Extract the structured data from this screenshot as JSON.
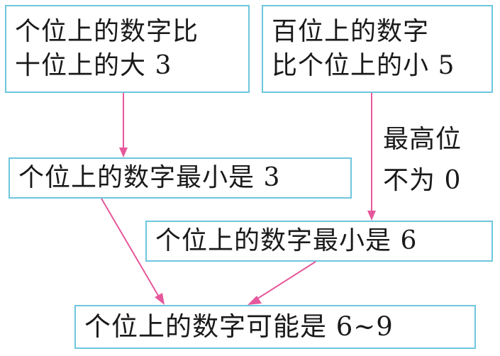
{
  "boxes": {
    "units_vs_tens": {
      "line1": "个位上的数字比",
      "line2": "十位上的大 3"
    },
    "hundreds_vs_units": {
      "line1": "百位上的数字",
      "line2": "比个位上的小 5"
    },
    "min_units_3": {
      "text": "个位上的数字最小是 3"
    },
    "min_units_6": {
      "text": "个位上的数字最小是 6"
    },
    "conclusion": {
      "text": "个位上的数字可能是  6~9"
    }
  },
  "note": {
    "line1": "最高位",
    "line2": "不为 0"
  },
  "colors": {
    "box_border": "#6ec6dd",
    "arrow": "#e5589b",
    "text": "#1a1a1a"
  }
}
